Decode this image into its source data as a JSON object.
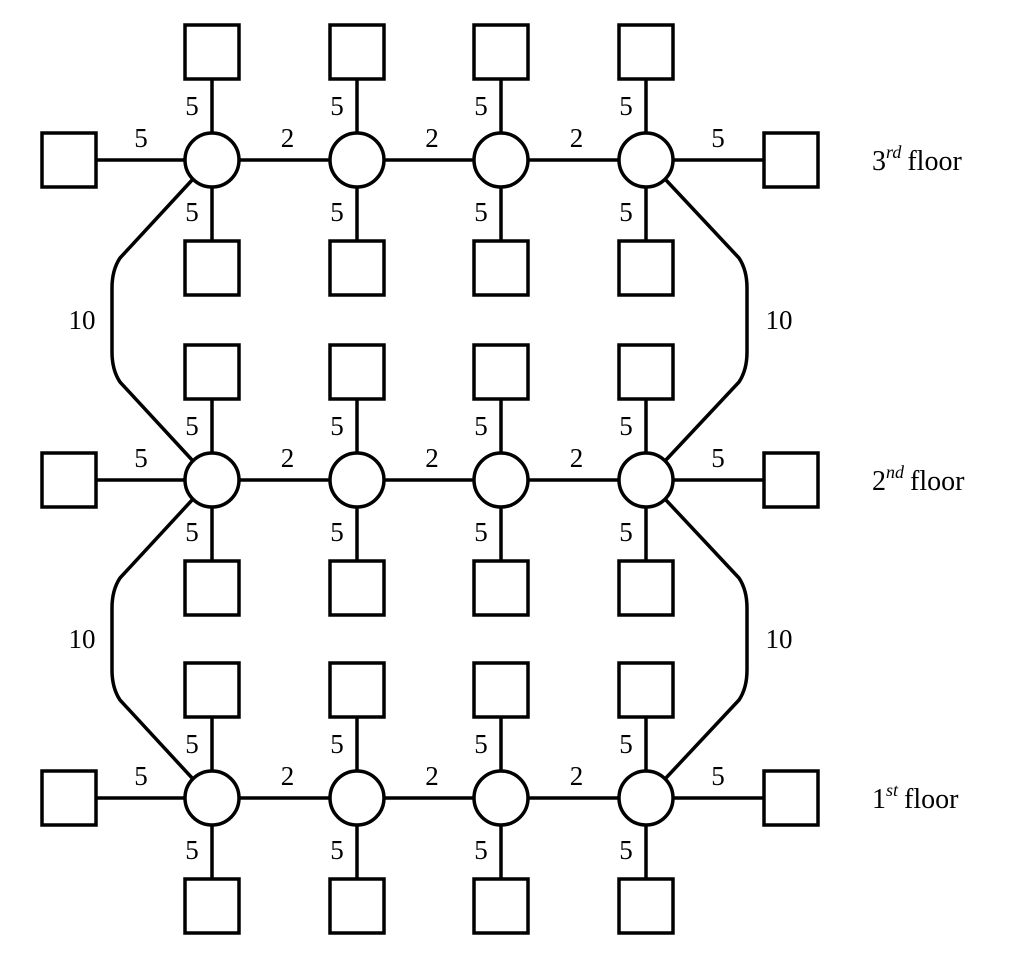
{
  "diagram": {
    "colors": {
      "stroke": "#000000",
      "fill": "#ffffff"
    },
    "floors": [
      {
        "id": "floor-3",
        "label_number": "3",
        "label_sup": "rd",
        "label_word": "floor",
        "router_weights": [
          "2",
          "2",
          "2"
        ],
        "endpoint_weights": {
          "left": "5",
          "right": "5",
          "up": [
            "5",
            "5",
            "5",
            "5"
          ],
          "down": [
            "5",
            "5",
            "5",
            "5"
          ]
        }
      },
      {
        "id": "floor-2",
        "label_number": "2",
        "label_sup": "nd",
        "label_word": "floor",
        "router_weights": [
          "2",
          "2",
          "2"
        ],
        "endpoint_weights": {
          "left": "5",
          "right": "5",
          "up": [
            "5",
            "5",
            "5",
            "5"
          ],
          "down": [
            "5",
            "5",
            "5",
            "5"
          ]
        }
      },
      {
        "id": "floor-1",
        "label_number": "1",
        "label_sup": "st",
        "label_word": "floor",
        "router_weights": [
          "2",
          "2",
          "2"
        ],
        "endpoint_weights": {
          "left": "5",
          "right": "5",
          "up": [
            "5",
            "5",
            "5",
            "5"
          ],
          "down": [
            "5",
            "5",
            "5",
            "5"
          ]
        }
      }
    ],
    "inter_floor_links": [
      {
        "from": "floor-3",
        "to": "floor-2",
        "left_weight": "10",
        "right_weight": "10"
      },
      {
        "from": "floor-2",
        "to": "floor-1",
        "left_weight": "10",
        "right_weight": "10"
      }
    ]
  }
}
